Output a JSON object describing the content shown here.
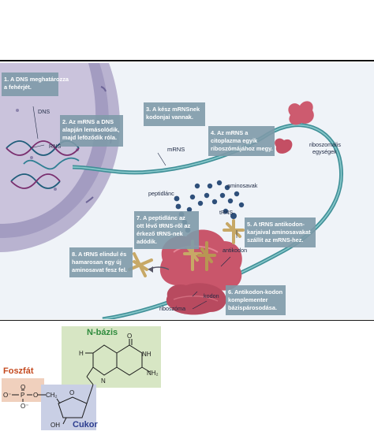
{
  "translation_diagram": {
    "steps": [
      {
        "id": "step-1",
        "lines": [
          "1. A DNS meghatározza",
          "a fehérjét."
        ]
      },
      {
        "id": "step-2",
        "lines": [
          "2. Az mRNS a DNS",
          "alapján lemásolódik,",
          "majd leföződik róla."
        ]
      },
      {
        "id": "step-3",
        "lines": [
          "3. A kész mRNSnek",
          "kodonjai vannak."
        ]
      },
      {
        "id": "step-4",
        "lines": [
          "4. Az mRNS a",
          "citoplazma egyik",
          "riboszómájához megy."
        ]
      },
      {
        "id": "step-5",
        "lines": [
          "5. A tRNS antikodon-",
          "karjaival aminosavakat",
          "szállít az mRNS-hez."
        ]
      },
      {
        "id": "step-6",
        "lines": [
          "6. Antikodon-kodon",
          "komplementer",
          "bázispárosodása."
        ]
      },
      {
        "id": "step-7",
        "lines": [
          "7. A peptidlánc az",
          "ott lévő tRNS-ről az",
          "érkező tRNS-nek",
          "adódik."
        ]
      },
      {
        "id": "step-8",
        "lines": [
          "8. A tRNS elindul és",
          "hamarosan egy új",
          "aminosavat fesz fel."
        ]
      }
    ],
    "labels": {
      "dns": "DNS",
      "rns": "RNS",
      "mrns": "mRNS",
      "riboszomalis": [
        "riboszomális",
        "egységek"
      ],
      "aminosavak": "aminosavak",
      "peptidlanc": "peptidlánc",
      "trns": "tRNS",
      "antikodon": "antikodon",
      "kodon": "kodon",
      "riboszoma": "riboszóma"
    }
  },
  "nucleotide": {
    "phosphate_label": "Foszfát",
    "base_label": "N-bázis",
    "sugar_label": "Cukor",
    "atoms": {
      "o_top": "O",
      "o_left": "O⁻",
      "p": "P",
      "o_minus": "O⁻",
      "o_link": "O",
      "ch2": "CH₂",
      "ring_o": "O",
      "oh": "OH",
      "h": "H",
      "carbonyl_o": "O",
      "n": "N",
      "nh": "NH",
      "nh2": "NH₂"
    }
  },
  "colors": {
    "nucleus": "#b7b2cf",
    "background_cell": "#e7eef4",
    "mrna": "#4f9fa6",
    "ribosome": "#cd5b6f",
    "trna": "#c7a866",
    "amino_acid": "#2e4f7a",
    "label_box": "#7e9aa9",
    "base_box": "#d7e6c4",
    "phosphate_box": "#f0d0bd",
    "sugar_box": "#c9cfe5",
    "base_title": "#2f8b3d",
    "phosphate_title": "#c4491e",
    "sugar_title": "#2c3d8f"
  }
}
